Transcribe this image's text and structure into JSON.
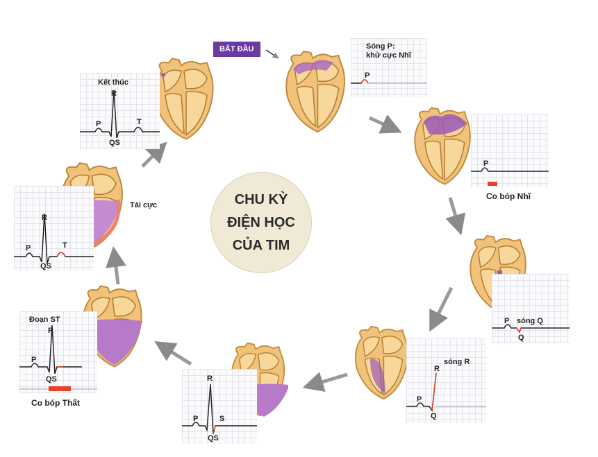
{
  "title": [
    "CHU KỲ",
    "ĐIỆN  HỌC",
    "CỦA TIM"
  ],
  "start_label": "BẮT ĐẦU",
  "stages": [
    {
      "title1": "Sóng P:",
      "title2": "khử cực Nhĩ",
      "p": "P"
    },
    {
      "p": "P",
      "caption": "Co bóp Nhĩ"
    },
    {
      "p": "P",
      "q_wave": "sóng Q",
      "q": "Q"
    },
    {
      "r_wave": "sóng R",
      "r": "R",
      "p": "P",
      "q": "Q"
    },
    {
      "r": "R",
      "p": "P",
      "s": "S",
      "qs": "QS"
    },
    {
      "title": "Đoạn ST",
      "r": "R",
      "p": "P",
      "qs": "QS",
      "caption": "Co bóp Thất"
    },
    {
      "r": "R",
      "p": "P",
      "t": "T",
      "qs": "QS",
      "note": "Tái cực"
    },
    {
      "title": "Kết thúc",
      "r": "R",
      "p": "P",
      "t": "T",
      "qs": "QS"
    }
  ],
  "colors": {
    "purple": "#9b59b6",
    "heart": "#f3c983",
    "accent": "#6a3aa0",
    "red": "#e8412c"
  }
}
